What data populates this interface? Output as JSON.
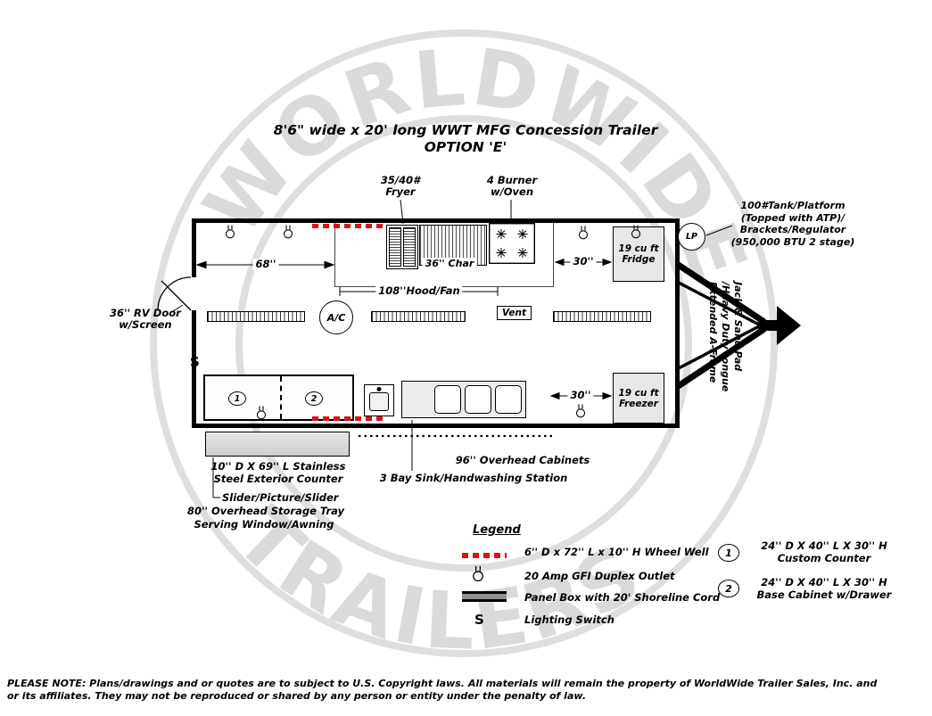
{
  "colors": {
    "wheel_well_red": "#dd1111",
    "equipment_gray": "#e7e7e7",
    "watermark_gray": "#dadada"
  },
  "watermark": {
    "arc_top": "WORLDWIDE",
    "arc_bottom": "TRAILERS"
  },
  "title": {
    "line1": "8'6\" wide x 20' long WWT MFG Concession Trailer",
    "line2": "OPTION 'E'"
  },
  "plan": {
    "fryer_label": {
      "l1": "35/40#",
      "l2": "Fryer"
    },
    "burner_label": {
      "l1": "4 Burner",
      "l2": "w/Oven"
    },
    "tank_label": {
      "l1": "100#Tank/Platform",
      "l2": "(Topped with ATP)/",
      "l3": "Brackets/Regulator",
      "l4": "(950,000 BTU 2 stage)"
    },
    "lp": "LP",
    "char": "36'' Char",
    "hood": "108''Hood/Fan",
    "dim68": "68''",
    "dim30_top": "30''",
    "dim30_bottom": "30''",
    "fridge": {
      "l1": "19 cu ft",
      "l2": "Fridge"
    },
    "freezer": {
      "l1": "19 cu ft",
      "l2": "Freezer"
    },
    "rv_door": {
      "l1": "36'' RV Door",
      "l2": "w/Screen"
    },
    "ac": "A/C",
    "vent": "Vent",
    "switch": "S",
    "counter_num": "1",
    "cabinet_num": "2",
    "aframe": {
      "l1": "Extended A-Frame",
      "l2": "/Heavy Duty tongue",
      "l3": "Jack & Sand Pad"
    },
    "ext_counter": {
      "l1": "10'' D X 69'' L Stainless",
      "l2": "Steel Exterior Counter"
    },
    "overhead_cabinets": "96'' Overhead Cabinets",
    "sink_station": "3 Bay Sink/Handwashing Station",
    "slider": "Slider/Picture/Slider",
    "storage_tray": "80'' Overhead Storage Tray",
    "serving_window": "Serving Window/Awning"
  },
  "legend": {
    "heading": "Legend",
    "switch_symbol": "S",
    "items": [
      {
        "text": "6'' D x 72'' L x 10'' H Wheel Well"
      },
      {
        "text": "20 Amp GFI Duplex Outlet"
      },
      {
        "text": "Panel Box with 20' Shoreline Cord"
      },
      {
        "text": "Lighting Switch"
      }
    ],
    "items_numbered": [
      {
        "num": "1",
        "l1": "24'' D X 40'' L X 30'' H",
        "l2": "Custom Counter"
      },
      {
        "num": "2",
        "l1": "24'' D X 40'' L X 30'' H",
        "l2": "Base Cabinet w/Drawer"
      }
    ]
  },
  "disclaimer": {
    "line1": "PLEASE NOTE: Plans/drawings and or quotes are to subject to U.S. Copyright laws. All materials will remain the property of WorldWide Trailer Sales, Inc. and",
    "line2": "or its affiliates. They may not be reproduced or shared by any person or entity under the penalty of law."
  }
}
